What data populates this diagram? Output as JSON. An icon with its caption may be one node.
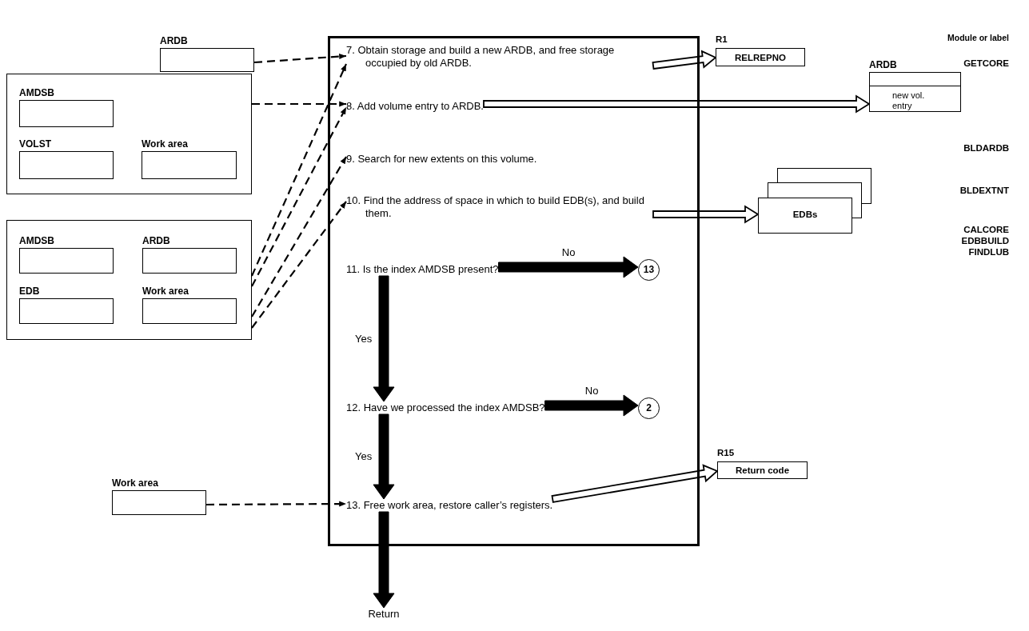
{
  "diagram": {
    "nodes": [
      {
        "text": [
          "ARDB"
        ]
      },
      {
        "text": [],
        "shape": "box"
      },
      {
        "text": [
          "AMDSB"
        ],
        "in": 1
      },
      {
        "text": [
          "VOLST"
        ],
        "in": 1
      },
      {
        "text": [
          "Work area"
        ],
        "in": 1
      },
      {
        "text": [],
        "shape": "box"
      },
      {
        "text": [
          "AMDSB"
        ],
        "in": 5
      },
      {
        "text": [
          "ARDB"
        ],
        "in": 5
      },
      {
        "text": [
          "EDB"
        ],
        "in": 5
      },
      {
        "text": [
          "Work area"
        ],
        "in": 5
      },
      {
        "text": [],
        "shape": "box"
      },
      {
        "text": [
          "7. Obtain storage and build a new ARDB, and free storage occupied by old ARDB."
        ],
        "in": 10
      },
      {
        "text": [
          "8. Add volume entry to ARDB."
        ],
        "in": 10
      },
      {
        "text": [
          "9. Search for new extents on this volume."
        ],
        "in": 10
      },
      {
        "text": [
          "10. Find the address of space in which to build EDB(s), and build them."
        ],
        "in": 10
      },
      {
        "text": [
          "11. Is the index AMDSB present?"
        ],
        "in": 10
      },
      {
        "text": [
          "12. Have we processed the index AMDSB?"
        ],
        "in": 10
      },
      {
        "text": [
          "13. Free work area, restore caller’s registers."
        ],
        "in": 10
      },
      {
        "text": [
          "13"
        ],
        "in": 10
      },
      {
        "text": [
          "2"
        ],
        "in": 10
      },
      {
        "text": [
          "Return"
        ]
      },
      {
        "text": [
          "Work area"
        ]
      },
      {
        "text": [
          "RELREPNO"
        ],
        "beside": [
          "R1"
        ]
      },
      {
        "text": [
          "ARDB",
          "new vol. entry"
        ]
      },
      {
        "text": [
          "EDBs"
        ]
      },
      {
        "text": [
          "Return code"
        ],
        "beside": [
          "R15"
        ]
      }
    ],
    "edges": [
      {
        "from": 0,
        "to": 11,
        "arrow": "to",
        "style": "dashed"
      },
      {
        "from": 1,
        "to": 12,
        "arrow": "to",
        "style": "dashed"
      },
      {
        "from": 5,
        "to": 11,
        "arrow": "to",
        "style": "dashed"
      },
      {
        "from": 5,
        "to": 12,
        "arrow": "to",
        "style": "dashed"
      },
      {
        "from": 5,
        "to": 13,
        "arrow": "to",
        "style": "dashed"
      },
      {
        "from": 5,
        "to": 14,
        "arrow": "to",
        "style": "dashed"
      },
      {
        "from": 21,
        "to": 17,
        "arrow": "to",
        "style": "dashed"
      },
      {
        "from": 11,
        "to": 22,
        "arrow": "to"
      },
      {
        "from": 12,
        "to": 23,
        "arrow": "to"
      },
      {
        "from": 14,
        "to": 24,
        "arrow": "to"
      },
      {
        "from": 17,
        "to": 25,
        "arrow": "to"
      },
      {
        "from": 15,
        "to": 16,
        "arrow": "to",
        "style": "thick",
        "label": "Yes"
      },
      {
        "from": 15,
        "to": 18,
        "arrow": "to",
        "style": "thick",
        "label": "No"
      },
      {
        "from": 16,
        "to": 17,
        "arrow": "to",
        "style": "thick",
        "label": "Yes"
      },
      {
        "from": 16,
        "to": 19,
        "arrow": "to",
        "style": "thick",
        "label": "No"
      },
      {
        "from": 17,
        "to": 20,
        "arrow": "to",
        "style": "thick"
      }
    ],
    "labels": [
      "Module or label",
      "GETCORE",
      "BLDARDB",
      "BLDEXTNT",
      "CALCORE",
      "EDBBUILD",
      "FINDLUB"
    ]
  }
}
